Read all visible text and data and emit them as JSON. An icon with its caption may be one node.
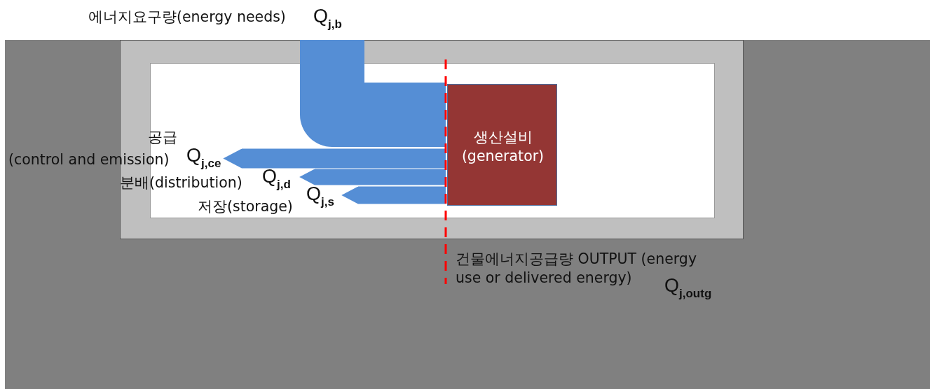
{
  "diagram": {
    "nodes": [
      {
        "text": [
          "건물에너지공급량 OUTPUT (energy use or delivered energy)",
          "Q$_{j,outg}$"
        ]
      },
      {
        "text": [],
        "shape": "box",
        "in": 0
      },
      {
        "text": [],
        "shape": "box",
        "in": 1
      },
      {
        "text": [
          "생산설비 (generator)"
        ],
        "in": 2
      },
      {
        "text": [
          "에너지요구량(energy needs)",
          "Q$_{j,b}$"
        ]
      },
      {
        "text": [
          "공급",
          "(control and emission)",
          "Q$_{j,ce}$"
        ],
        "in": 0
      },
      {
        "text": [
          "분배(distribution)",
          "Q$_{j,d}$"
        ],
        "in": 1
      },
      {
        "text": [
          "저장(storage)",
          "Q$_{j,s}$"
        ],
        "in": 2
      }
    ],
    "edges": [
      {
        "from": 4,
        "to": 3,
        "arrow": "none",
        "style": "thick"
      },
      {
        "from": 3,
        "to": 5,
        "arrow": "to"
      },
      {
        "from": 3,
        "to": 6,
        "arrow": "to"
      },
      {
        "from": 3,
        "to": 7,
        "arrow": "to"
      }
    ]
  }
}
